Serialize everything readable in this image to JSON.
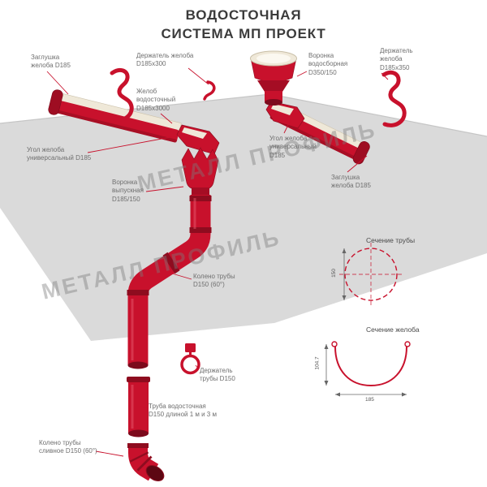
{
  "title": {
    "line1": "ВОДОСТОЧНАЯ",
    "line2": "СИСТЕМА МП ПРОЕКТ"
  },
  "watermark": "МЕТАЛЛ ПРОФИЛЬ",
  "colors": {
    "red": "#C8112C",
    "red_dark": "#8E0C1F",
    "cream": "#EFE8D8",
    "roof_gray": "#DADADA",
    "label_gray": "#6F6F6F"
  },
  "labels": [
    {
      "id": "gutter-cap-left",
      "text": "Заглушка\nжелоба D185"
    },
    {
      "id": "gutter-holder-left",
      "text": "Держатель желоба\nD185х300"
    },
    {
      "id": "collector-funnel",
      "text": "Воронка\nводосборная\nD350/150"
    },
    {
      "id": "gutter-holder-right",
      "text": "Держатель\nжелоба\nD185х350"
    },
    {
      "id": "gutter",
      "text": "Желоб\nводосточный\nD185х3000"
    },
    {
      "id": "gutter-corner-left",
      "text": "Угол желоба\nуниверсальный D185"
    },
    {
      "id": "gutter-corner-right",
      "text": "Угол желоба\nуниверсальный\nD185"
    },
    {
      "id": "gutter-cap-right",
      "text": "Заглушка\nжелоба D185"
    },
    {
      "id": "outlet-funnel",
      "text": "Воронка\nвыпускная\nD185/150"
    },
    {
      "id": "pipe-elbow",
      "text": "Колено трубы\nD150 (60°)"
    },
    {
      "id": "pipe-holder",
      "text": "Держатель\nтрубы D150"
    },
    {
      "id": "downpipe",
      "text": "Труба водосточная\nD150 длиной 1 м и 3 м"
    },
    {
      "id": "drain-elbow",
      "text": "Колено трубы\nсливное D150 (60°)"
    }
  ],
  "sections": {
    "pipe": {
      "title": "Сечение трубы",
      "diameter": "150"
    },
    "gutter": {
      "title": "Сечение желоба",
      "height": "104.7",
      "width": "185"
    }
  }
}
